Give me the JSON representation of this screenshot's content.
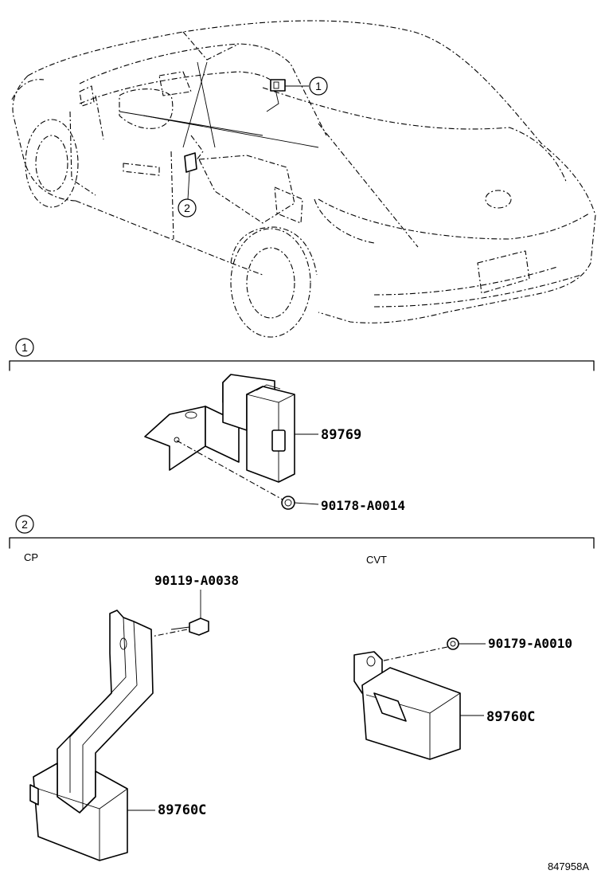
{
  "callouts": {
    "one": "1",
    "two": "2"
  },
  "section_1": {
    "marker": "1",
    "parts": {
      "module": "89769",
      "nut": "90178-A0014"
    }
  },
  "section_2": {
    "marker": "2",
    "left_variant": "CP",
    "right_variant": "CVT",
    "left_parts": {
      "bolt": "90119-A0038",
      "module": "89760C"
    },
    "right_parts": {
      "nut": "90179-A0010",
      "module": "89760C"
    }
  },
  "diagram_id": "847958A"
}
